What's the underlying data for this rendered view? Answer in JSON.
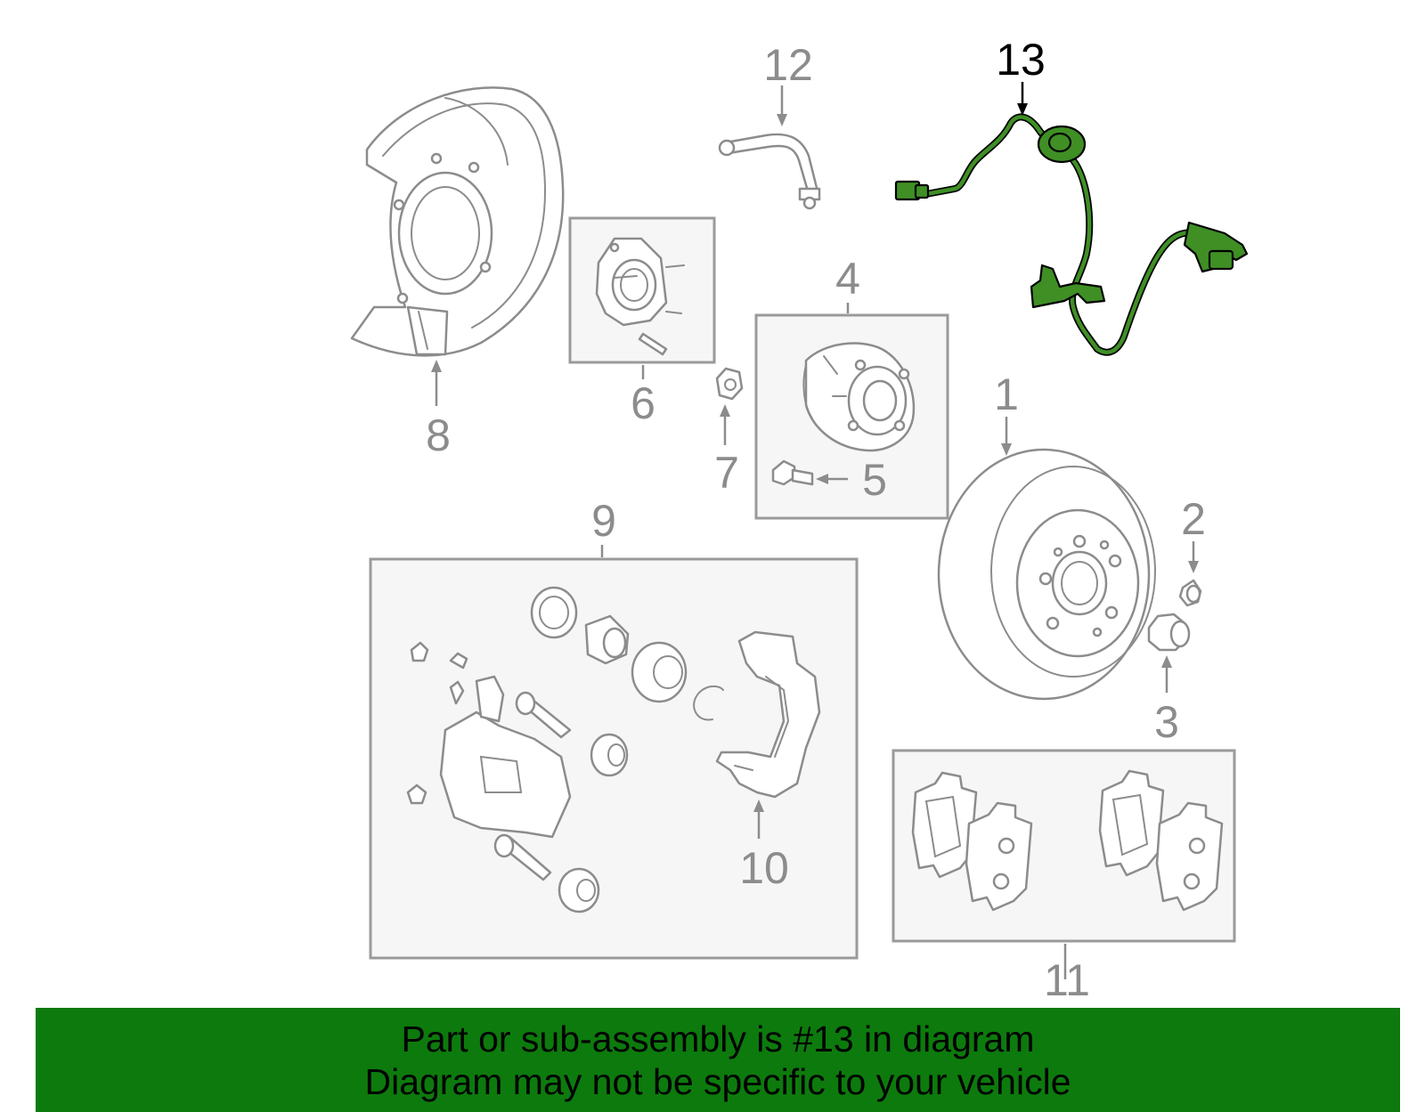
{
  "callouts": {
    "c1": "1",
    "c2": "2",
    "c3": "3",
    "c4": "4",
    "c5": "5",
    "c6": "6",
    "c7": "7",
    "c8": "8",
    "c9": "9",
    "c10": "10",
    "c11": "11",
    "c12": "12",
    "c13": "13"
  },
  "highlighted_part": "13",
  "colors": {
    "highlight_fill": "#3f8f25",
    "banner_background": "#0d7a0d",
    "part_outline": "#8c8c8c",
    "callout_active": "#000000"
  },
  "banner": {
    "line1": "Part or sub-assembly is #13 in diagram",
    "line2": "Diagram may not be specific to your vehicle"
  }
}
